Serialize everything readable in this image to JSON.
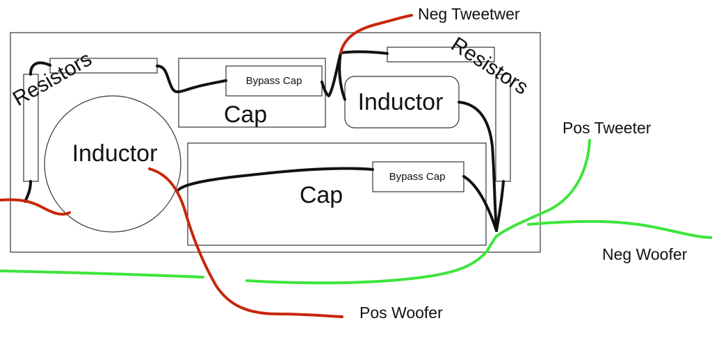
{
  "colors": {
    "black_wire": "#111111",
    "red_wire": "#c8260c",
    "green_wire": "#3de53d",
    "outline": "#333333"
  },
  "components": {
    "resistors_left": "Resistors",
    "resistors_right": "Resistors",
    "inductor_left": "Inductor",
    "inductor_right": "Inductor",
    "cap_top": "Cap",
    "cap_bottom": "Cap",
    "bypass_cap_top": "Bypass Cap",
    "bypass_cap_bottom": "Bypass Cap"
  },
  "wire_labels": {
    "neg_tweeter": "Neg Tweetwer",
    "pos_tweeter": "Pos Tweeter",
    "neg_woofer": "Neg Woofer",
    "pos_woofer": "Pos Woofer"
  }
}
